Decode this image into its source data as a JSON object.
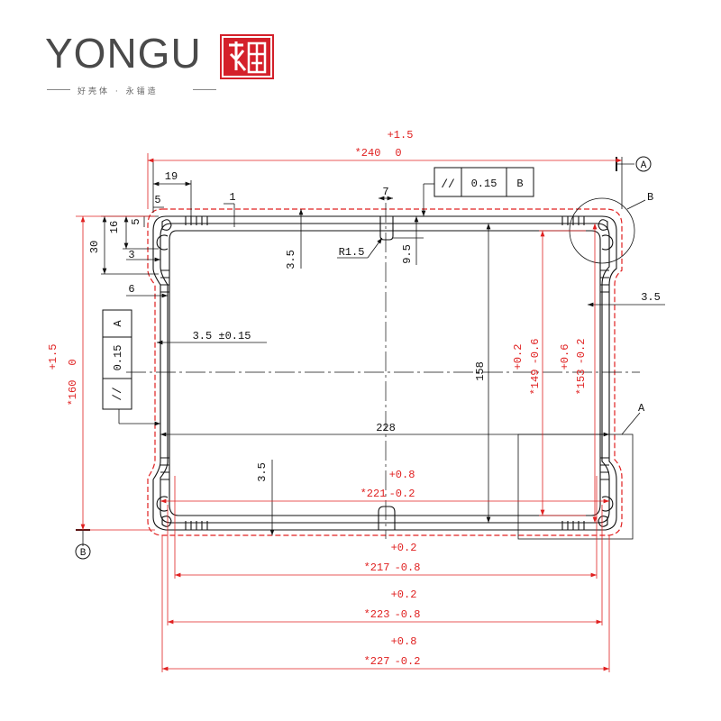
{
  "brand": {
    "name": "YONGU",
    "tagline": "好壳体 · 永镭造",
    "seal_color": "#d4202a",
    "seal_glyph": "永镭"
  },
  "datums": {
    "a": "A",
    "b": "B"
  },
  "details": {
    "a": "A",
    "b": "B"
  },
  "colors": {
    "outline": "#e02020",
    "profile": "#111111",
    "dim_red": "#e02020",
    "dim_black": "#111111"
  },
  "dimensions": {
    "overall_width": {
      "tol_upper": "+1.5",
      "value": "*240",
      "tol_lower": "0"
    },
    "overall_height": {
      "tol_upper": "+1.5",
      "value": "*160",
      "tol_lower": "0"
    },
    "d19": "19",
    "d5a": "5",
    "d5b": "5",
    "d1": "1",
    "d7": "7",
    "d16": "16",
    "d30": "30",
    "d3": "3",
    "d6": "6",
    "d35_top": "3.5",
    "r15": "R1.5",
    "d95": "9.5",
    "d35_right": "3.5",
    "d35_wall": "3.5 ±0.15",
    "d35_bottom": "3.5",
    "d158": "158",
    "d228": "228",
    "d149": {
      "tol_upper": "+0.2",
      "value": "*149",
      "tol_lower": "-0.6"
    },
    "d153": {
      "tol_upper": "+0.6",
      "value": "*153",
      "tol_lower": "-0.2"
    },
    "d221": {
      "tol_upper": "+0.8",
      "value": "*221",
      "tol_lower": "-0.2"
    },
    "d217": {
      "tol_upper": "+0.2",
      "value": "*217",
      "tol_lower": "-0.8"
    },
    "d223": {
      "tol_upper": "+0.2",
      "value": "*223",
      "tol_lower": "-0.8"
    },
    "d227": {
      "tol_upper": "+0.8",
      "value": "*227",
      "tol_lower": "-0.2"
    }
  },
  "tolerances": {
    "parallel_top": {
      "symbol": "//",
      "value": "0.15",
      "datum": "B"
    },
    "parallel_left": {
      "symbol": "//",
      "value": "0.15",
      "datum": "A"
    }
  }
}
